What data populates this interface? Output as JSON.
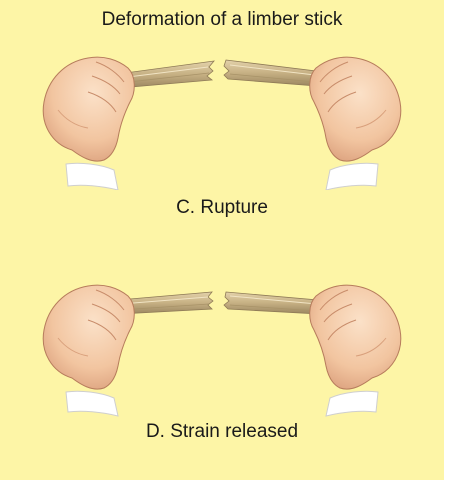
{
  "figure": {
    "title": "Deformation of a limber stick",
    "panels": [
      {
        "caption": "C. Rupture"
      },
      {
        "caption": "D. Strain released"
      }
    ]
  },
  "colors": {
    "background": "#fdf5a6",
    "skin": "#f2c7a2",
    "skin_shadow": "#d9a07c",
    "cuff": "#ffffff",
    "stick": "#c9b48a",
    "stick_dark": "#9e8a63"
  },
  "icons": [
    "left-fist-icon",
    "right-fist-icon",
    "broken-stick-icon"
  ]
}
